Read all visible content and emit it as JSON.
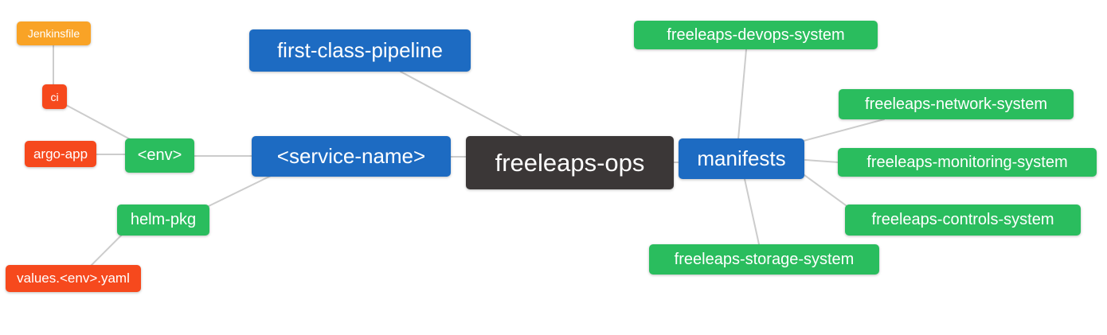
{
  "palette": {
    "blue": "#1d6bc2",
    "green": "#2abd5e",
    "red": "#f6491d",
    "orange": "#f9a326",
    "dark": "#3b3737",
    "edge": "#cccccc",
    "node_text": "#ffffff",
    "background": "#ffffff"
  },
  "mindmap": {
    "nodes": [
      {
        "id": "jenkinsfile",
        "label": "Jenkinsfile",
        "color": "orange"
      },
      {
        "id": "ci",
        "label": "ci",
        "color": "red"
      },
      {
        "id": "argo-app",
        "label": "argo-app",
        "color": "red"
      },
      {
        "id": "env",
        "label": "<env>",
        "color": "green"
      },
      {
        "id": "helm-pkg",
        "label": "helm-pkg",
        "color": "green"
      },
      {
        "id": "values-env-yaml",
        "label": "values.<env>.yaml",
        "color": "red"
      },
      {
        "id": "first-class-pipeline",
        "label": "first-class-pipeline",
        "color": "blue"
      },
      {
        "id": "service-name",
        "label": "<service-name>",
        "color": "blue"
      },
      {
        "id": "freeleaps-ops",
        "label": "freeleaps-ops",
        "color": "dark"
      },
      {
        "id": "manifests",
        "label": "manifests",
        "color": "blue"
      },
      {
        "id": "freeleaps-devops-system",
        "label": "freeleaps-devops-system",
        "color": "green"
      },
      {
        "id": "freeleaps-network-system",
        "label": "freeleaps-network-system",
        "color": "green"
      },
      {
        "id": "freeleaps-monitoring-system",
        "label": "freeleaps-monitoring-system",
        "color": "green"
      },
      {
        "id": "freeleaps-controls-system",
        "label": "freeleaps-controls-system",
        "color": "green"
      },
      {
        "id": "freeleaps-storage-system",
        "label": "freeleaps-storage-system",
        "color": "green"
      }
    ],
    "edges": [
      {
        "from": "jenkinsfile",
        "to": "ci"
      },
      {
        "from": "ci",
        "to": "env"
      },
      {
        "from": "argo-app",
        "to": "env"
      },
      {
        "from": "env",
        "to": "service-name"
      },
      {
        "from": "helm-pkg",
        "to": "service-name"
      },
      {
        "from": "values-env-yaml",
        "to": "helm-pkg"
      },
      {
        "from": "first-class-pipeline",
        "to": "freeleaps-ops"
      },
      {
        "from": "service-name",
        "to": "freeleaps-ops"
      },
      {
        "from": "freeleaps-ops",
        "to": "manifests"
      },
      {
        "from": "manifests",
        "to": "freeleaps-devops-system"
      },
      {
        "from": "manifests",
        "to": "freeleaps-network-system"
      },
      {
        "from": "manifests",
        "to": "freeleaps-monitoring-system"
      },
      {
        "from": "manifests",
        "to": "freeleaps-controls-system"
      },
      {
        "from": "manifests",
        "to": "freeleaps-storage-system"
      }
    ]
  }
}
